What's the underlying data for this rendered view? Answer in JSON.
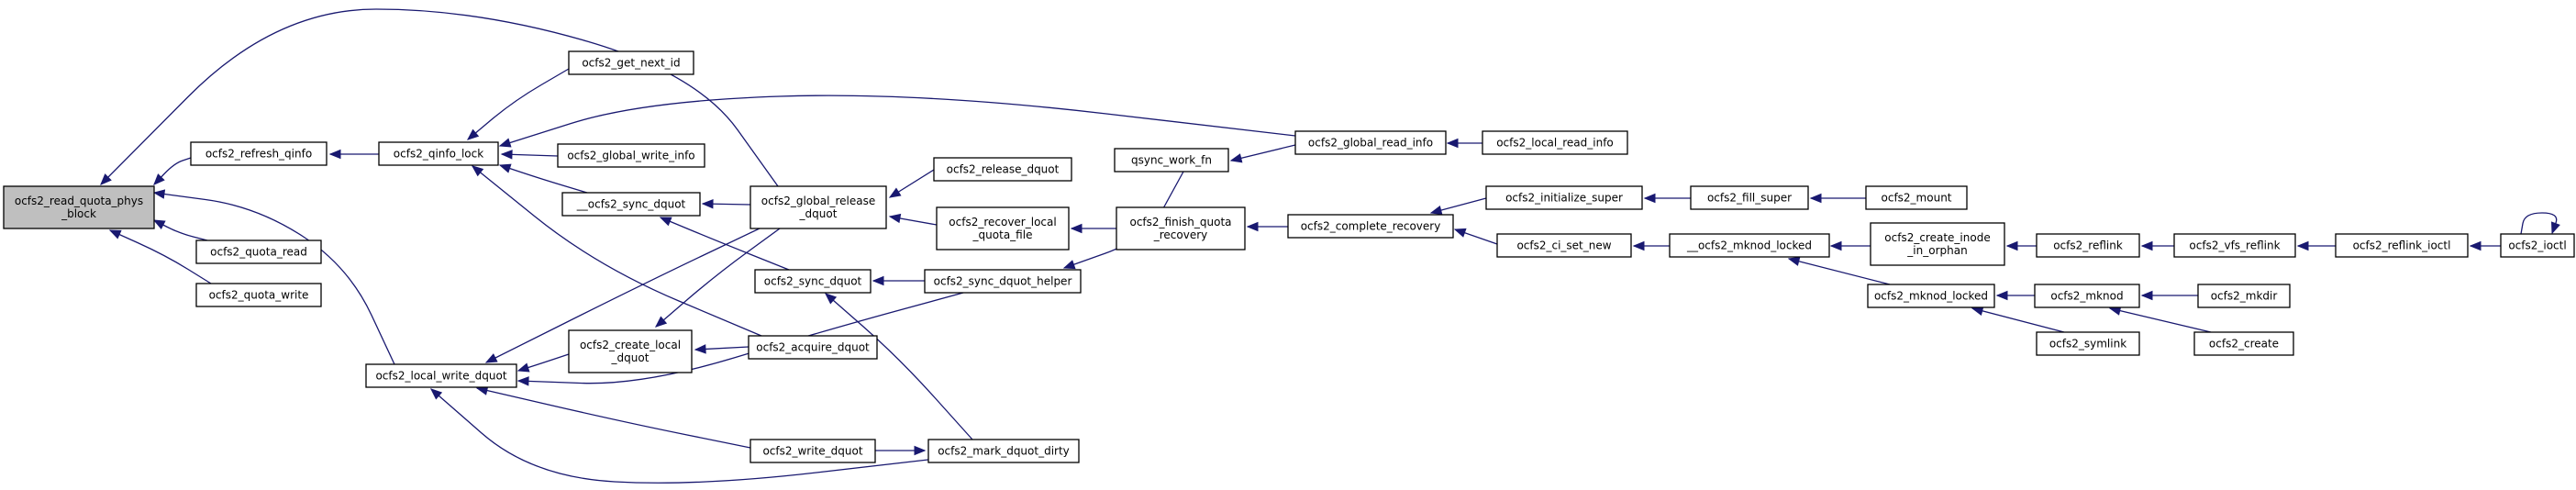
{
  "graph": {
    "colors": {
      "edge": "#191970",
      "root_fill": "#bfbfbf",
      "node_fill": "#ffffff",
      "node_border": "#000000"
    },
    "nodes": [
      {
        "id": "read_quota_phys_block",
        "lines": [
          "ocfs2_read_quota_phys",
          "_block"
        ],
        "root": true
      },
      {
        "id": "refresh_qinfo",
        "lines": [
          "ocfs2_refresh_qinfo"
        ]
      },
      {
        "id": "quota_read",
        "lines": [
          "ocfs2_quota_read"
        ]
      },
      {
        "id": "quota_write",
        "lines": [
          "ocfs2_quota_write"
        ]
      },
      {
        "id": "local_write_dquot",
        "lines": [
          "ocfs2_local_write_dquot"
        ]
      },
      {
        "id": "qinfo_lock",
        "lines": [
          "ocfs2_qinfo_lock"
        ]
      },
      {
        "id": "get_next_id",
        "lines": [
          "ocfs2_get_next_id"
        ]
      },
      {
        "id": "global_write_info",
        "lines": [
          "ocfs2_global_write_info"
        ]
      },
      {
        "id": "__sync_dquot",
        "lines": [
          "__ocfs2_sync_dquot"
        ]
      },
      {
        "id": "create_local_dquot",
        "lines": [
          "ocfs2_create_local",
          "_dquot"
        ]
      },
      {
        "id": "write_dquot",
        "lines": [
          "ocfs2_write_dquot"
        ]
      },
      {
        "id": "global_release_dquot",
        "lines": [
          "ocfs2_global_release",
          "_dquot"
        ]
      },
      {
        "id": "sync_dquot",
        "lines": [
          "ocfs2_sync_dquot"
        ]
      },
      {
        "id": "acquire_dquot",
        "lines": [
          "ocfs2_acquire_dquot"
        ]
      },
      {
        "id": "release_dquot",
        "lines": [
          "ocfs2_release_dquot"
        ]
      },
      {
        "id": "recover_local_quota_file",
        "lines": [
          "ocfs2_recover_local",
          "_quota_file"
        ]
      },
      {
        "id": "sync_dquot_helper",
        "lines": [
          "ocfs2_sync_dquot_helper"
        ]
      },
      {
        "id": "mark_dquot_dirty",
        "lines": [
          "ocfs2_mark_dquot_dirty"
        ]
      },
      {
        "id": "qsync_work_fn",
        "lines": [
          "qsync_work_fn"
        ]
      },
      {
        "id": "finish_quota_recovery",
        "lines": [
          "ocfs2_finish_quota",
          "_recovery"
        ]
      },
      {
        "id": "global_read_info",
        "lines": [
          "ocfs2_global_read_info"
        ]
      },
      {
        "id": "complete_recovery",
        "lines": [
          "ocfs2_complete_recovery"
        ]
      },
      {
        "id": "local_read_info",
        "lines": [
          "ocfs2_local_read_info"
        ]
      },
      {
        "id": "initialize_super",
        "lines": [
          "ocfs2_initialize_super"
        ]
      },
      {
        "id": "ci_set_new",
        "lines": [
          "ocfs2_ci_set_new"
        ]
      },
      {
        "id": "fill_super",
        "lines": [
          "ocfs2_fill_super"
        ]
      },
      {
        "id": "__mknod_locked",
        "lines": [
          "__ocfs2_mknod_locked"
        ]
      },
      {
        "id": "mount",
        "lines": [
          "ocfs2_mount"
        ]
      },
      {
        "id": "create_inode_in_orphan",
        "lines": [
          "ocfs2_create_inode",
          "_in_orphan"
        ]
      },
      {
        "id": "mknod_locked",
        "lines": [
          "ocfs2_mknod_locked"
        ]
      },
      {
        "id": "reflink",
        "lines": [
          "ocfs2_reflink"
        ]
      },
      {
        "id": "mknod",
        "lines": [
          "ocfs2_mknod"
        ]
      },
      {
        "id": "symlink",
        "lines": [
          "ocfs2_symlink"
        ]
      },
      {
        "id": "vfs_reflink",
        "lines": [
          "ocfs2_vfs_reflink"
        ]
      },
      {
        "id": "mkdir",
        "lines": [
          "ocfs2_mkdir"
        ]
      },
      {
        "id": "create",
        "lines": [
          "ocfs2_create"
        ]
      },
      {
        "id": "reflink_ioctl",
        "lines": [
          "ocfs2_reflink_ioctl"
        ]
      },
      {
        "id": "ioctl",
        "lines": [
          "ocfs2_ioctl"
        ]
      }
    ]
  }
}
